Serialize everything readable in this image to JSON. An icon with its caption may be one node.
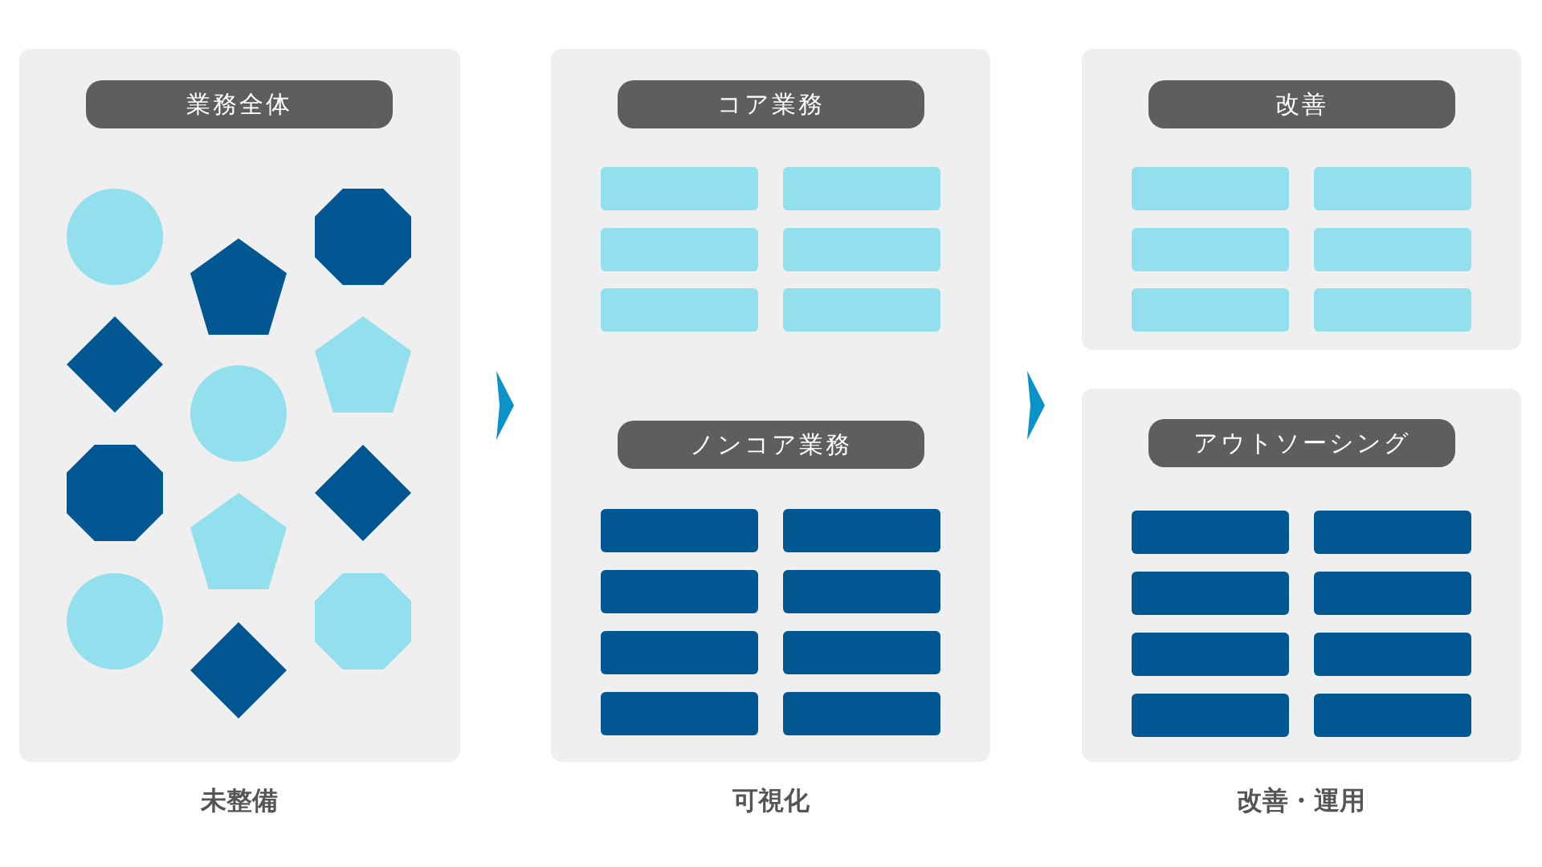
{
  "diagram": {
    "nodes": [
      {
        "text": [],
        "shape": "box"
      },
      {
        "text": [
          "業務全体"
        ],
        "in": 0
      },
      {
        "text": [],
        "shape": "circle",
        "in": 0
      },
      {
        "text": [],
        "shape": "octagon",
        "in": 0
      },
      {
        "text": [],
        "shape": "pentagon",
        "in": 0
      },
      {
        "text": [],
        "shape": "diamond",
        "in": 0
      },
      {
        "text": [],
        "shape": "pentagon",
        "in": 0
      },
      {
        "text": [],
        "shape": "circle",
        "in": 0
      },
      {
        "text": [],
        "shape": "octagon",
        "in": 0
      },
      {
        "text": [],
        "shape": "diamond",
        "in": 0
      },
      {
        "text": [],
        "shape": "pentagon",
        "in": 0
      },
      {
        "text": [],
        "shape": "circle",
        "in": 0
      },
      {
        "text": [],
        "shape": "octagon",
        "in": 0
      },
      {
        "text": [],
        "shape": "diamond",
        "in": 0
      },
      {
        "text": [],
        "shape": "box"
      },
      {
        "text": [
          "コア業務"
        ],
        "in": 14
      },
      {
        "text": [],
        "shape": "box",
        "in": 14
      },
      {
        "text": [],
        "shape": "box",
        "in": 14
      },
      {
        "text": [],
        "shape": "box",
        "in": 14
      },
      {
        "text": [],
        "shape": "box",
        "in": 14
      },
      {
        "text": [],
        "shape": "box",
        "in": 14
      },
      {
        "text": [],
        "shape": "box",
        "in": 14
      },
      {
        "text": [
          "ノンコア業務"
        ],
        "in": 14
      },
      {
        "text": [],
        "shape": "box",
        "in": 14
      },
      {
        "text": [],
        "shape": "box",
        "in": 14
      },
      {
        "text": [],
        "shape": "box",
        "in": 14
      },
      {
        "text": [],
        "shape": "box",
        "in": 14
      },
      {
        "text": [],
        "shape": "box",
        "in": 14
      },
      {
        "text": [],
        "shape": "box",
        "in": 14
      },
      {
        "text": [],
        "shape": "box",
        "in": 14
      },
      {
        "text": [],
        "shape": "box",
        "in": 14
      },
      {
        "text": [],
        "shape": "box"
      },
      {
        "text": [
          "改善"
        ],
        "in": 31
      },
      {
        "text": [],
        "shape": "box",
        "in": 31
      },
      {
        "text": [],
        "shape": "box",
        "in": 31
      },
      {
        "text": [],
        "shape": "box",
        "in": 31
      },
      {
        "text": [],
        "shape": "box",
        "in": 31
      },
      {
        "text": [],
        "shape": "box",
        "in": 31
      },
      {
        "text": [],
        "shape": "box",
        "in": 31
      },
      {
        "text": [],
        "shape": "box"
      },
      {
        "text": [
          "アウトソーシング"
        ],
        "in": 39
      },
      {
        "text": [],
        "shape": "box",
        "in": 39
      },
      {
        "text": [],
        "shape": "box",
        "in": 39
      },
      {
        "text": [],
        "shape": "box",
        "in": 39
      },
      {
        "text": [],
        "shape": "box",
        "in": 39
      },
      {
        "text": [],
        "shape": "box",
        "in": 39
      },
      {
        "text": [],
        "shape": "box",
        "in": 39
      },
      {
        "text": [],
        "shape": "box",
        "in": 39
      },
      {
        "text": [],
        "shape": "box",
        "in": 39
      }
    ],
    "edges": [
      {
        "from": 0,
        "to": 14,
        "arrow": "to"
      },
      {
        "from": 14,
        "to": 39,
        "arrow": "to"
      }
    ],
    "labels": [
      "未整備",
      "可視化",
      "改善・運用"
    ]
  }
}
